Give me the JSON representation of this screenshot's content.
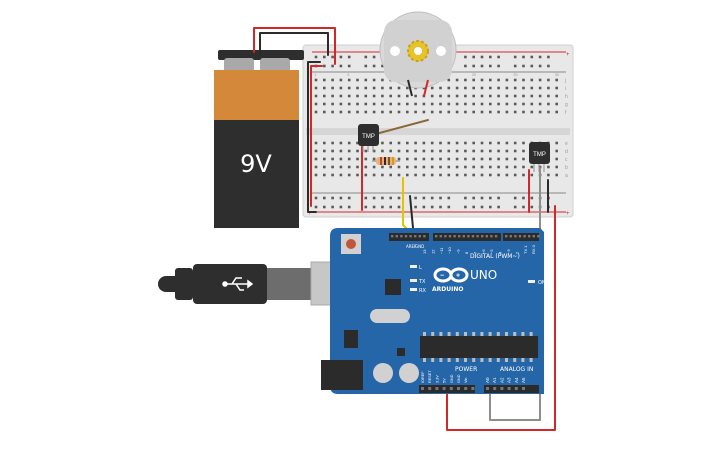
{
  "battery": {
    "label": "9V"
  },
  "arduino": {
    "logo_text": "ARDUINO",
    "model": "UNO",
    "aref_label": "AREF",
    "gnd_label": "GND",
    "digital_header_label": "DIGITAL (PWM~)",
    "digital_pins": [
      "13",
      "12",
      "~11",
      "~10",
      "~9",
      "8",
      "7",
      "~6",
      "~5",
      "4",
      "~3",
      "2",
      "TX 1",
      "RX 0"
    ],
    "led_l": "L",
    "led_tx": "TX",
    "led_rx": "RX",
    "on_label": "ON",
    "power_header_label": "POWER",
    "power_pins": [
      "IOREF",
      "RESET",
      "3.3V",
      "5V",
      "GND",
      "GND",
      "Vin"
    ],
    "analog_header_label": "ANALOG IN",
    "analog_pins": [
      "A0",
      "A1",
      "A2",
      "A3",
      "A4",
      "A5"
    ]
  },
  "breadboard": {
    "column_numbers": [
      "1",
      "5",
      "10",
      "15",
      "20",
      "25",
      "30"
    ],
    "row_letters": [
      "j",
      "i",
      "h",
      "g",
      "f",
      "e",
      "d",
      "c",
      "b",
      "a"
    ]
  },
  "sensors": [
    {
      "label": "TMP"
    },
    {
      "label": "TMP"
    }
  ],
  "colors": {
    "wire_red": "#d3282a",
    "wire_black": "#2b2b2b",
    "wire_yellow": "#e6c200",
    "wire_brown": "#8a6a3d",
    "wire_gray": "#8e8e8e",
    "arduino_blue": "#2566a8",
    "battery_orange": "#d4883a",
    "battery_black": "#2e2e2e"
  }
}
